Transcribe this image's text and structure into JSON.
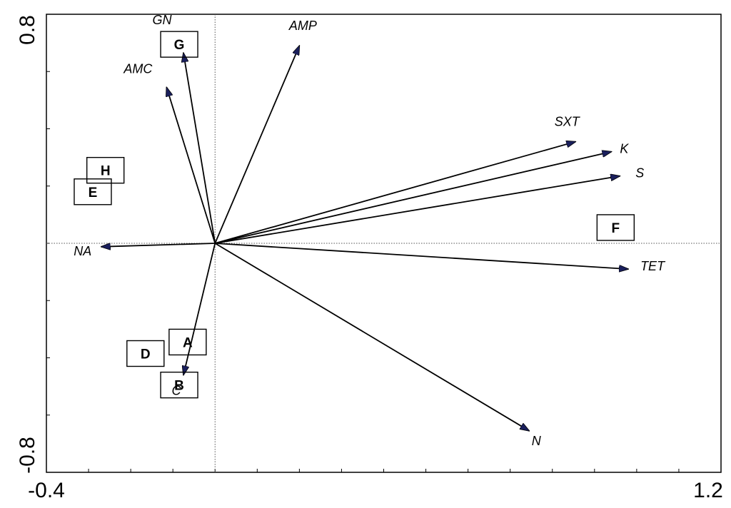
{
  "chart_data": {
    "type": "biplot",
    "xlim": [
      -0.4,
      1.2
    ],
    "ylim": [
      -0.8,
      0.8
    ],
    "x_tick_labels": [
      "-0.4",
      "1.2"
    ],
    "y_tick_labels": [
      "0.8",
      "-0.8"
    ],
    "reference_lines": {
      "x": 0,
      "y": 0
    },
    "arrows": [
      {
        "label": "AMP",
        "x": 0.2,
        "y": 0.69
      },
      {
        "label": "GN",
        "x": -0.075,
        "y": 0.665
      },
      {
        "label": "AMC",
        "x": -0.115,
        "y": 0.545
      },
      {
        "label": "SXT",
        "x": 0.855,
        "y": 0.355
      },
      {
        "label": "K",
        "x": 0.94,
        "y": 0.32
      },
      {
        "label": "S",
        "x": 0.96,
        "y": 0.235
      },
      {
        "label": "TET",
        "x": 0.98,
        "y": -0.09
      },
      {
        "label": "N",
        "x": 0.745,
        "y": -0.655
      },
      {
        "label": "NA",
        "x": -0.27,
        "y": -0.012
      },
      {
        "label": "C",
        "x": -0.075,
        "y": -0.46
      }
    ],
    "sites": [
      {
        "label": "G",
        "x": -0.085,
        "y": 0.695
      },
      {
        "label": "H",
        "x": -0.26,
        "y": 0.255
      },
      {
        "label": "E",
        "x": -0.29,
        "y": 0.18
      },
      {
        "label": "F",
        "x": 0.95,
        "y": 0.055
      },
      {
        "label": "A",
        "x": -0.065,
        "y": -0.345
      },
      {
        "label": "D",
        "x": -0.165,
        "y": -0.385
      },
      {
        "label": "B",
        "x": -0.085,
        "y": -0.495
      }
    ]
  }
}
